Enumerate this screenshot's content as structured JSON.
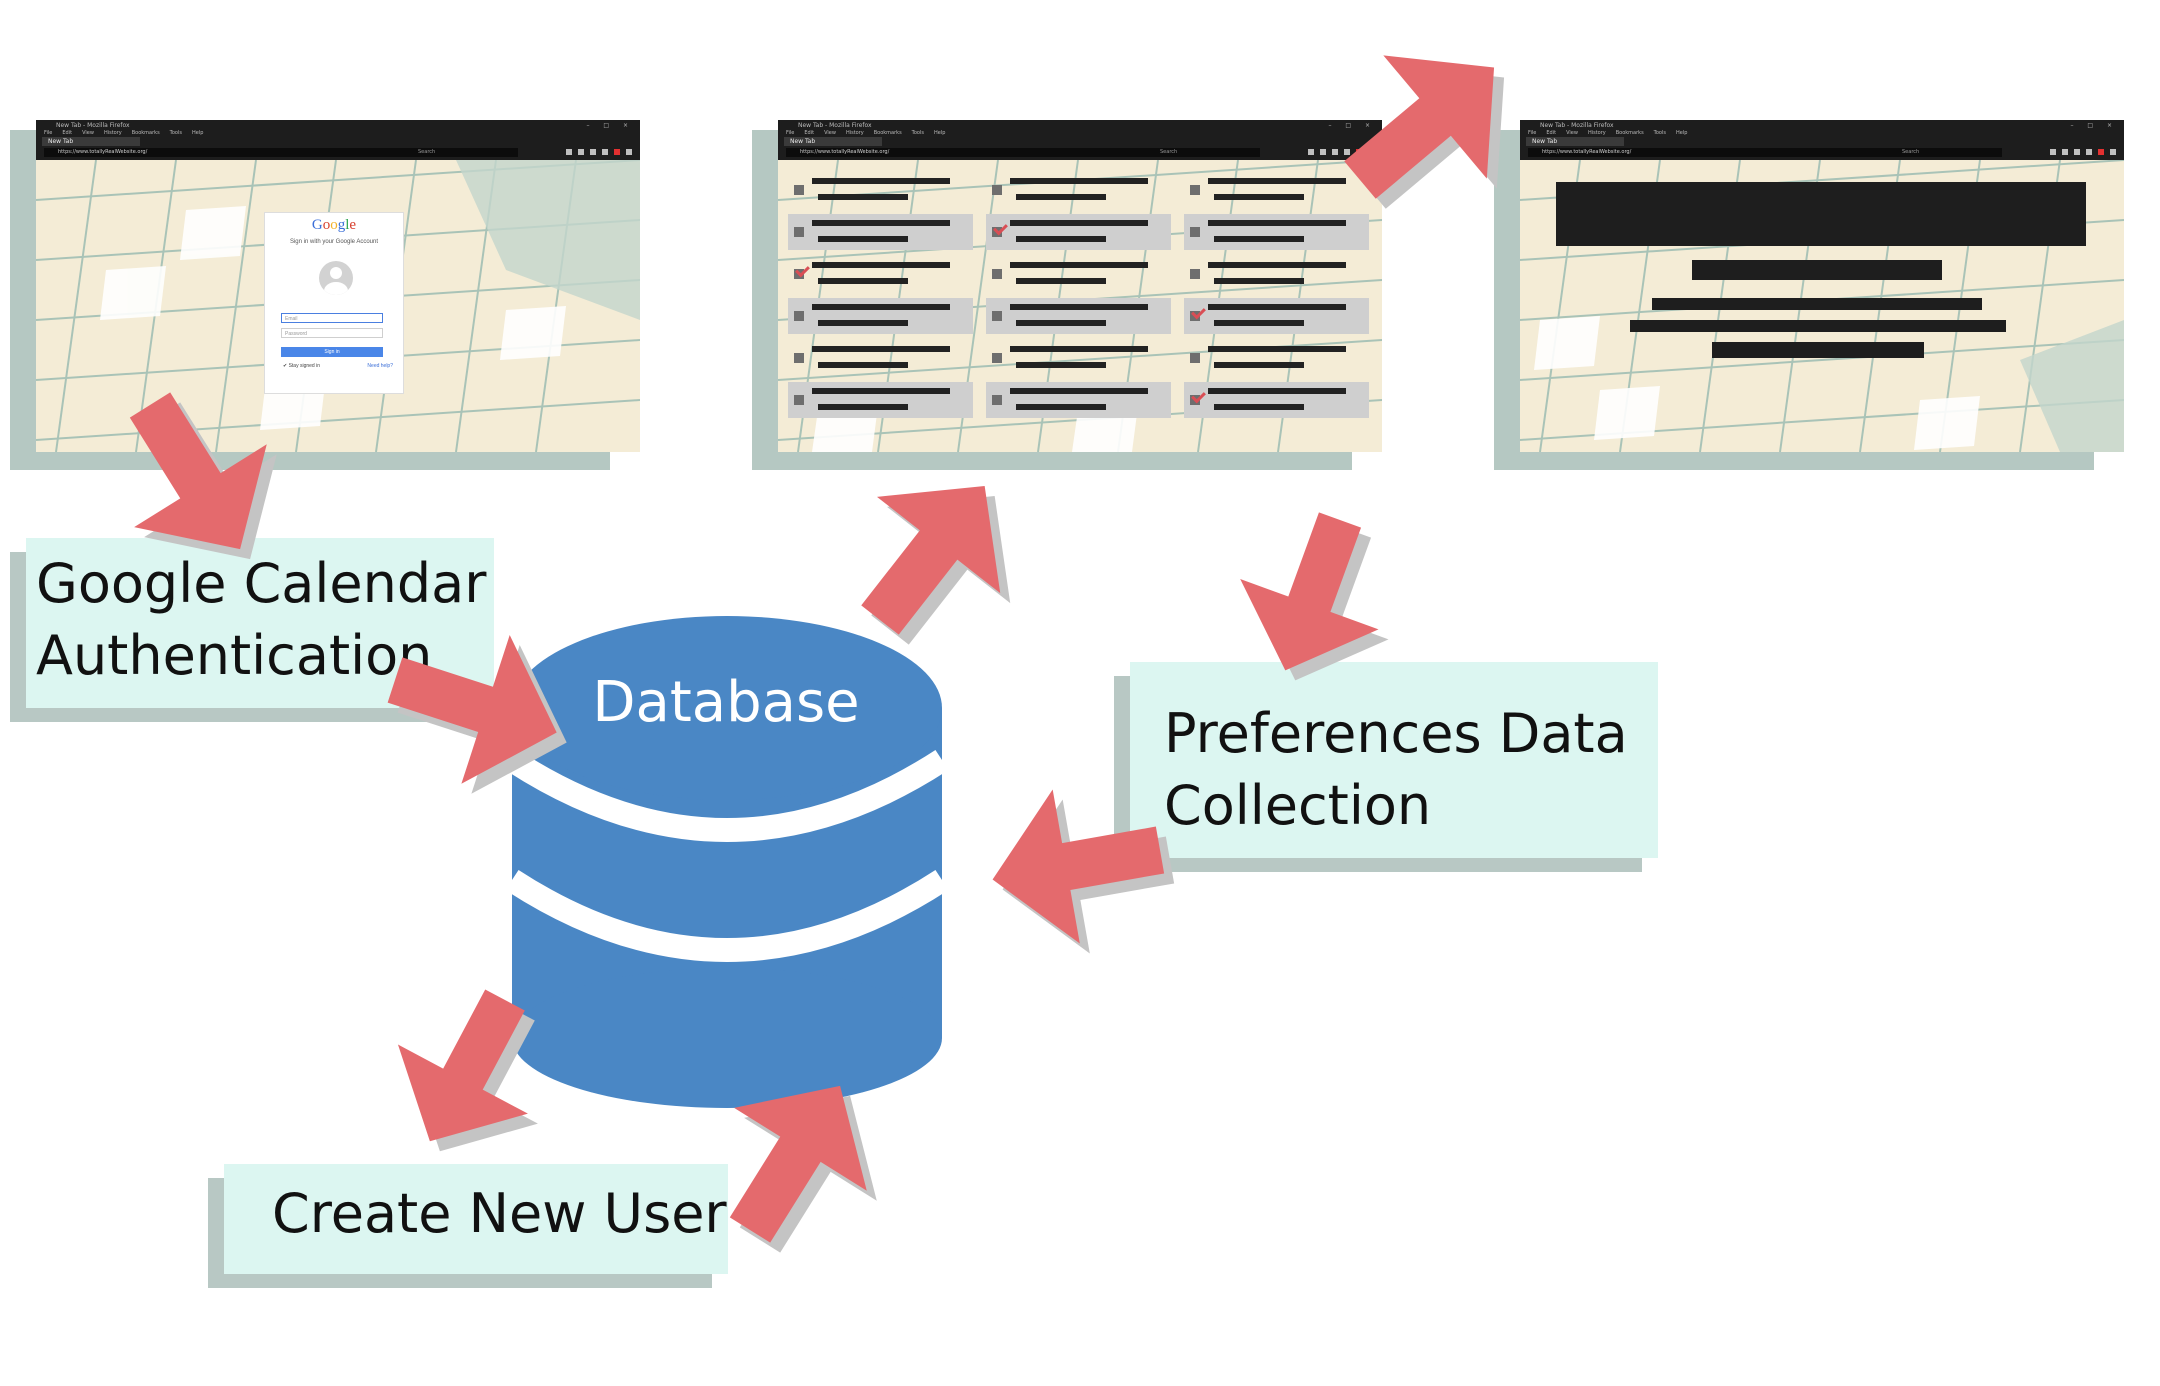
{
  "browser": {
    "window_title": "New Tab - Mozilla Firefox",
    "menu": [
      "File",
      "Edit",
      "View",
      "History",
      "Bookmarks",
      "Tools",
      "Help"
    ],
    "tab_label": "New Tab",
    "url": "https://www.totallyRealWebsite.org/",
    "search_placeholder": "Search",
    "window_controls": "– □ ×"
  },
  "login": {
    "logo_letters": [
      "G",
      "o",
      "o",
      "g",
      "l",
      "e"
    ],
    "subtitle": "Sign in with your Google Account",
    "email_placeholder": "Email",
    "password_placeholder": "Password",
    "sign_in_label": "Sign in",
    "stay_signed_in": "✔ Stay signed in",
    "need_help": "Need help?"
  },
  "preferences_grid": {
    "cells": [
      {
        "shaded": false,
        "checked": false
      },
      {
        "shaded": false,
        "checked": false
      },
      {
        "shaded": false,
        "checked": false
      },
      {
        "shaded": true,
        "checked": false
      },
      {
        "shaded": true,
        "checked": true
      },
      {
        "shaded": true,
        "checked": false
      },
      {
        "shaded": false,
        "checked": true
      },
      {
        "shaded": false,
        "checked": false
      },
      {
        "shaded": false,
        "checked": false
      },
      {
        "shaded": true,
        "checked": false
      },
      {
        "shaded": true,
        "checked": false
      },
      {
        "shaded": true,
        "checked": true
      },
      {
        "shaded": false,
        "checked": false
      },
      {
        "shaded": false,
        "checked": false
      },
      {
        "shaded": false,
        "checked": false
      },
      {
        "shaded": true,
        "checked": false
      },
      {
        "shaded": true,
        "checked": false
      },
      {
        "shaded": true,
        "checked": true
      }
    ]
  },
  "labels": {
    "google": "Google Calendar\nAuthentication",
    "database": "Database",
    "preferences": "Preferences Data\nCollection",
    "create_user": "Create New User"
  },
  "colors": {
    "arrow": "#e46a6d",
    "arrow_shadow": "#c4c4c4",
    "database": "#4a87c5",
    "label_bg": "#dcf6f1"
  }
}
